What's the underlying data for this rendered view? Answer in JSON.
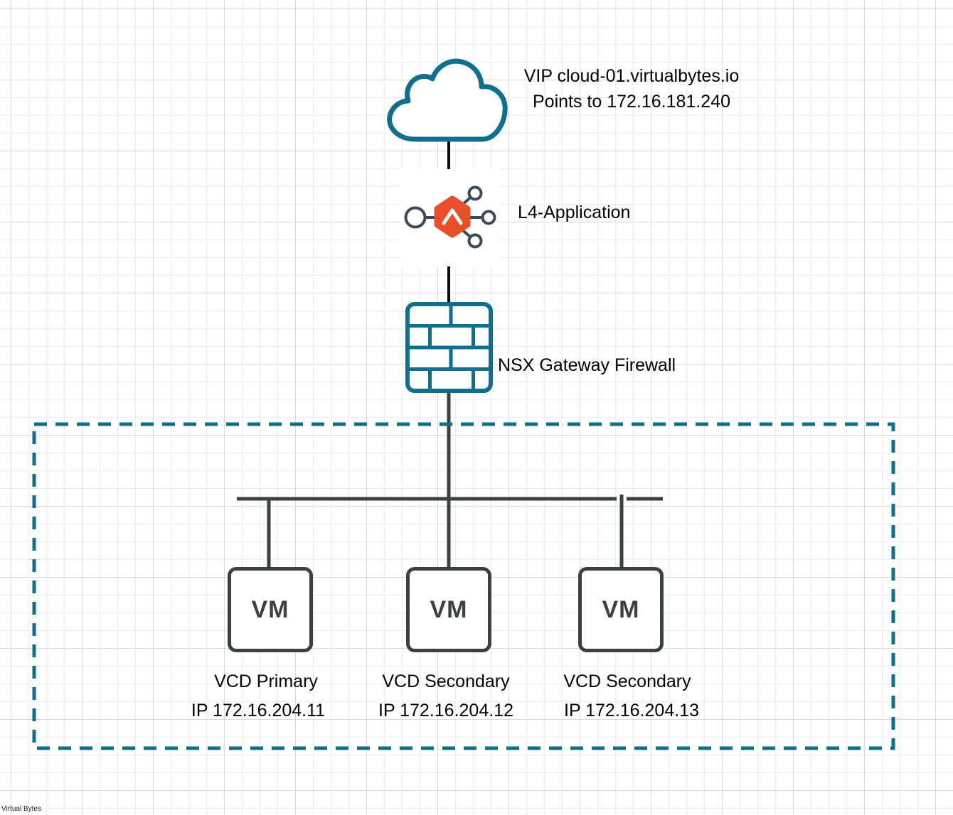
{
  "diagram": {
    "cloud": {
      "label_line1": "VIP cloud-01.virtualbytes.io",
      "label_line2": "Points to 172.16.181.240"
    },
    "load_balancer": {
      "label": "L4-Application"
    },
    "firewall": {
      "label": "NSX Gateway Firewall"
    },
    "vms": [
      {
        "box_label": "VM",
        "name": "VCD Primary",
        "ip": "IP 172.16.204.11"
      },
      {
        "box_label": "VM",
        "name": "VCD Secondary",
        "ip": "IP 172.16.204.12"
      },
      {
        "box_label": "VM",
        "name": "VCD Secondary",
        "ip": "IP 172.16.204.13"
      }
    ],
    "watermark": "Virtual Bytes",
    "colors": {
      "teal": "#0E6F8E",
      "slate": "#3B4142",
      "orange": "#E94F28",
      "icon_stroke": "#3D4A5B"
    }
  }
}
